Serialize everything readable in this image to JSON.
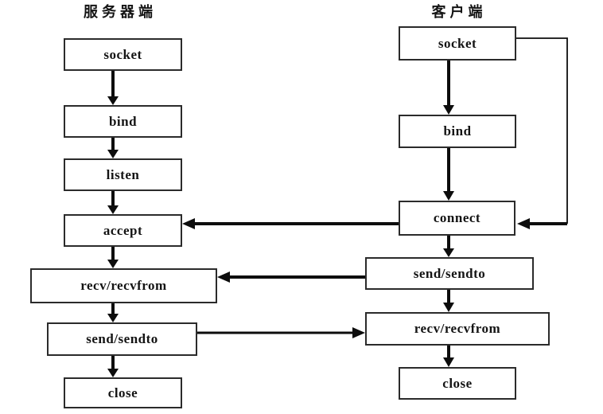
{
  "page": {
    "background": "#ffffff"
  },
  "server": {
    "title": "服务器端",
    "steps": [
      "socket",
      "bind",
      "listen",
      "accept",
      "recv/recvfrom",
      "send/sendto",
      "close"
    ]
  },
  "client": {
    "title": "客户端",
    "steps": [
      "socket",
      "bind",
      "connect",
      "send/sendto",
      "recv/recvfrom",
      "close"
    ]
  },
  "connections": [
    {
      "from": "client connect",
      "to": "server accept"
    },
    {
      "from": "client send/sendto",
      "to": "server recv/recvfrom"
    },
    {
      "from": "server send/sendto",
      "to": "client recv/recvfrom"
    },
    {
      "from": "client socket",
      "to": "client connect",
      "route": "right-side loop"
    }
  ],
  "colors": {
    "background": "#ffffff",
    "box_fill": "#ffffff",
    "box_border": "#2b2b2b",
    "text": "#141414",
    "arrow": "#0d0d0d"
  }
}
